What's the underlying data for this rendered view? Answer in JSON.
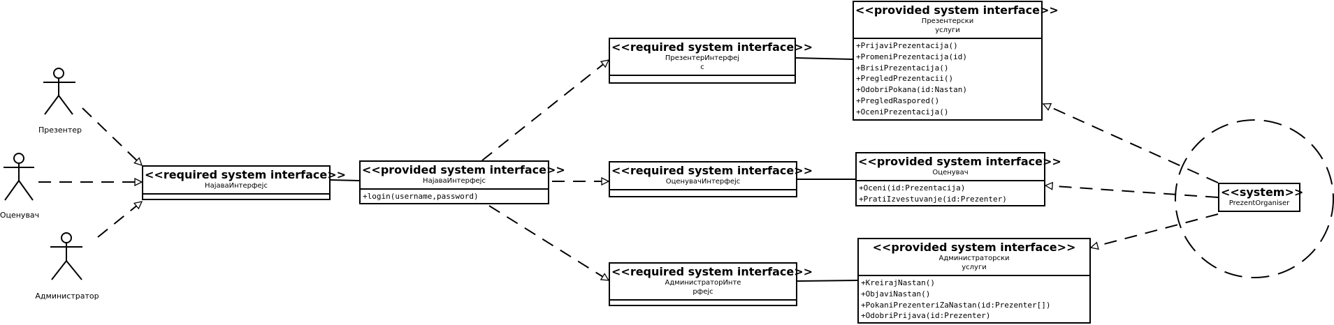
{
  "actors": [
    {
      "id": "presenter",
      "label": "Презентер"
    },
    {
      "id": "evaluator",
      "label": "Оценувач"
    },
    {
      "id": "admin",
      "label": "Администратор"
    }
  ],
  "interfaces": {
    "login_required": {
      "stereotype": "<<required system interface>>",
      "name": "НајаваИнтерфејс",
      "operations": []
    },
    "login_provided": {
      "stereotype": "<<provided system interface>>",
      "name": "НајаваИнтерфејс",
      "operations": [
        "+login(username,password)"
      ]
    },
    "presenter_required": {
      "stereotype": "<<required system interface>>",
      "name": "ПрезентерИнтерфеј\nс",
      "operations": []
    },
    "evaluator_required": {
      "stereotype": "<<required system interface>>",
      "name": "ОценувачИнтерфејс",
      "operations": []
    },
    "admin_required": {
      "stereotype": "<<required system interface>>",
      "name": "АдминистраторИнте\nрфејс",
      "operations": []
    },
    "presenter_provided": {
      "stereotype": "<<provided system interface>>",
      "name": "Презентерски\nуслуги",
      "operations": [
        "+PrijaviPrezentacija()",
        "+PromeniPrezentacija(id)",
        "+BrisiPrezentacija()",
        "+PregledPrezentacii()",
        "+OdobriPokana(id:Nastan)",
        "+PregledRaspored()",
        "+OceniPrezentacija()"
      ]
    },
    "evaluator_provided": {
      "stereotype": "<<provided system interface>>",
      "name": "Оценувач",
      "operations": [
        "+Oceni(id:Prezentacija)",
        "+PratiIzvestuvanje(id:Prezenter)"
      ]
    },
    "admin_provided": {
      "stereotype": "<<provided system interface>>",
      "name": "Администраторски\nуслуги",
      "operations": [
        "+KreirajNastan()",
        "+ObjaviNastan()",
        "+PokaniPrezenteriZaNastan(id:Prezenter[])",
        "+OdobriPrijava(id:Prezenter)"
      ]
    }
  },
  "system": {
    "stereotype": "<<system>>",
    "name": "PrezentOrganiser"
  }
}
